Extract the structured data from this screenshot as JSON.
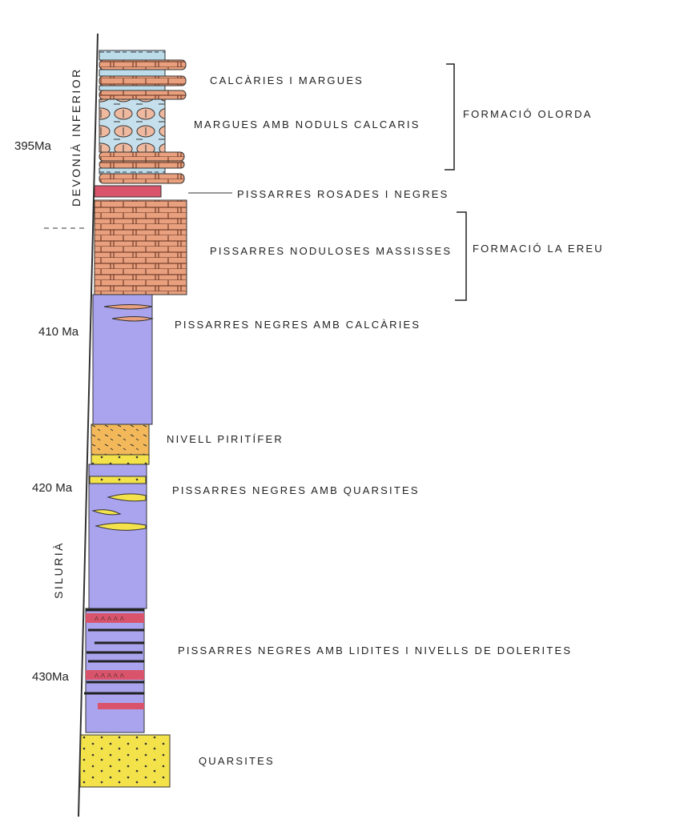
{
  "column": {
    "periods": [
      {
        "name": "DEVONIÀ INFERIOR"
      },
      {
        "name": "SILURIÀ"
      }
    ],
    "ages": [
      "395Ma",
      "410 Ma",
      "420 Ma",
      "430Ma"
    ],
    "units": [
      {
        "label": "CALCÀRIES I MARGUES"
      },
      {
        "label": "MARGUES AMB NODULS CALCARIS"
      },
      {
        "label": "PISSARRES ROSADES I NEGRES"
      },
      {
        "label": "PISSARRES NODULOSES MASSISSES"
      },
      {
        "label": "PISSARRES NEGRES AMB CALCÀRIES"
      },
      {
        "label": "NIVELL PIRITÍFER"
      },
      {
        "label": "PISSARRES NEGRES AMB QUARSITES"
      },
      {
        "label": "PISSARRES NEGRES AMB LIDITES I NIVELLS DE DOLERITES"
      },
      {
        "label": "QUARSITES"
      }
    ],
    "formations": [
      "FORMACIÓ OLORDA",
      "FORMACIÓ LA EREU"
    ]
  },
  "colors": {
    "limestone": "#e9a07e",
    "marl": "#bcdcea",
    "slate": "#aaa4ee",
    "red": "#d9546a",
    "quartzite": "#f3e24a",
    "pyrite": "#f2b85a"
  }
}
